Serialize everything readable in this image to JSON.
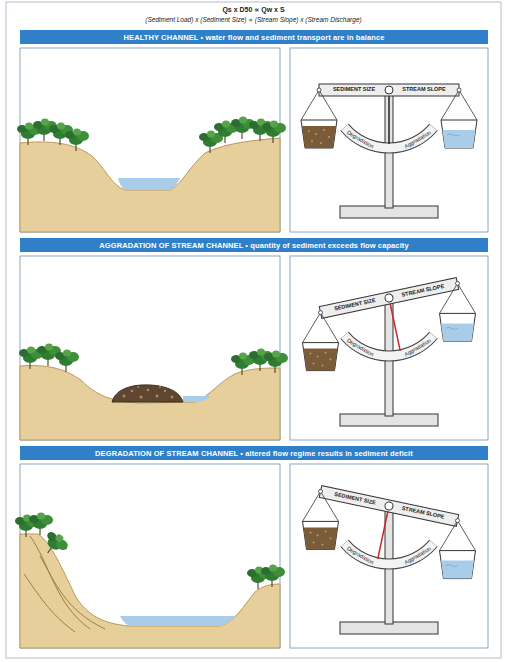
{
  "diagram": {
    "title": "Qs x D50 ∝ Qw x S",
    "nodes": [
      {
        "text": [
          "HEALTHY CHANNEL • water flow and sediment transport are in balance"
        ]
      },
      {
        "text": [
          "AGGRADATION OF STREAM CHANNEL • quantity of sediment exceeds flow capacity"
        ]
      },
      {
        "text": [
          "DEGRADATION OF STREAM CHANNEL • altered flow regime results in sediment deficit"
        ]
      }
    ],
    "labels": [
      "(Sediment Load) x (Sediment Size) ∝ (Stream Slope) x (Stream Discharge)",
      "SEDIMENT SIZE",
      "STREAM SLOPE",
      "Degradation",
      "Aggradation",
      "SEDIMENT SIZE",
      "STREAM SLOPE",
      "Degradation",
      "Aggradation",
      "SEDIMENT SIZE",
      "STREAM SLOPE",
      "Degradation",
      "Aggradation"
    ]
  }
}
